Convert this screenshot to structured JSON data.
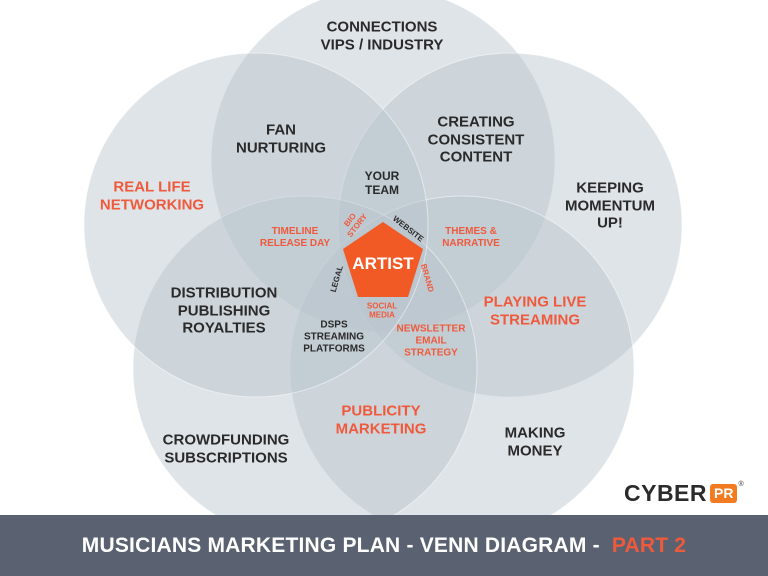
{
  "title_main": "MUSICIANS MARKETING PLAN - VENN DIAGRAM - ",
  "title_accent": "PART 2",
  "logo": {
    "word": "CYBER",
    "badge": "PR",
    "reg": "®"
  },
  "colors": {
    "circle": "#b7c4cb",
    "accent": "#ef5a3c",
    "center": "#f15a24",
    "footer": "#5a6170",
    "text": "#2a2a2a"
  },
  "outer": {
    "connections": "CONNECTIONS\nVIPS / INDUSTRY",
    "real_life": "REAL LIFE\nNETWORKING",
    "keeping": "KEEPING\nMOMENTUM\nUP!",
    "crowdfunding": "CROWDFUNDING\nSUBSCRIPTIONS",
    "making_money": "MAKING\nMONEY"
  },
  "middle": {
    "fan": "FAN\nNURTURING",
    "creating": "CREATING\nCONSISTENT\nCONTENT",
    "distribution": "DISTRIBUTION\nPUBLISHING\nROYALTIES",
    "playing": "PLAYING LIVE\nSTREAMING",
    "publicity": "PUBLICITY\nMARKETING"
  },
  "inner": {
    "your_team": "YOUR\nTEAM",
    "timeline": "TIMELINE\nRELEASE DAY",
    "themes": "THEMES &\nNARRATIVE",
    "dsps": "DSPS\nSTREAMING\nPLATFORMS",
    "newsletter": "NEWSLETTER\nEMAIL\nSTRATEGY"
  },
  "petals": {
    "bio": "BIO\nSTORY",
    "website": "WEBSITE",
    "brand": "BRAND",
    "social": "SOCIAL\nMEDIA",
    "legal": "LEGAL"
  },
  "center": "ARTIST"
}
